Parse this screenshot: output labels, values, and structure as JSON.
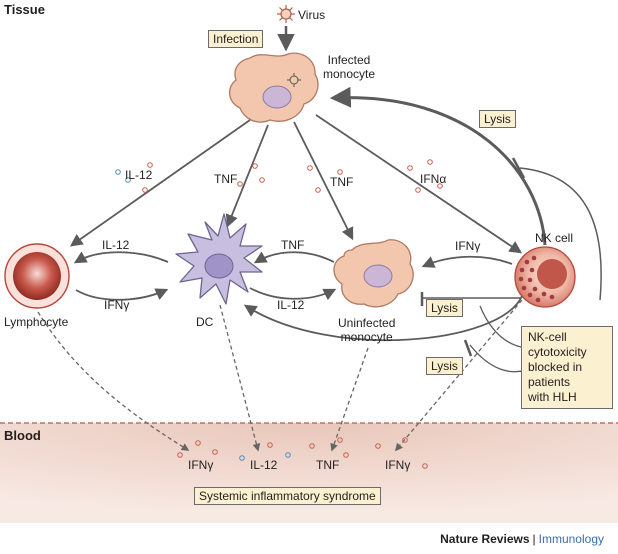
{
  "regions": {
    "tissue": "Tissue",
    "blood": "Blood"
  },
  "virus": {
    "label": "Virus"
  },
  "infection": {
    "label": "Infection"
  },
  "cells": {
    "infected_monocyte": {
      "line1": "Infected",
      "line2": "monocyte"
    },
    "lymphocyte": {
      "label": "Lymphocyte"
    },
    "dc": {
      "label": "DC"
    },
    "uninfected_monocyte": {
      "line1": "Uninfected",
      "line2": "monocyte"
    },
    "nk_cell": {
      "label": "NK cell"
    }
  },
  "mediators": {
    "il12_upper": "IL-12",
    "tnf_upper_left": "TNF",
    "tnf_upper_right": "TNF",
    "ifna": "IFNα",
    "il12_lymph": "IL-12",
    "ifng_lymph": "IFNγ",
    "tnf_mid": "TNF",
    "il12_mid": "IL-12",
    "ifng_nk": "IFNγ"
  },
  "lysis": {
    "top": "Lysis",
    "mid": "Lysis",
    "low": "Lysis"
  },
  "nk_block": {
    "lines": [
      "NK-cell",
      "cytotoxicity",
      "blocked in",
      "patients",
      "with HLH"
    ]
  },
  "blood_mediators": {
    "ifng_1": "IFNγ",
    "il12": "IL-12",
    "tnf": "TNF",
    "ifng_2": "IFNγ"
  },
  "syndrome": {
    "label": "Systemic inflammatory syndrome"
  },
  "credit": {
    "journal": "Nature Reviews",
    "separator": "|",
    "subject": "Immunology"
  },
  "colors": {
    "tissue_bg": "#ffffff",
    "blood_bg": "#f1ddd4",
    "box_fill": "#fbf0cf",
    "arrow": "#5b5b5b",
    "monocyte_fill": "#f3c7ae",
    "nucleus": "#cbb6d6",
    "dc_fill": "#c8bfe0",
    "lymphocyte_ring": "#b4473b",
    "nk_granule": "#9e3b43",
    "dot_red": "#c9604e",
    "dot_blue": "#4d8fbd",
    "credit_blue": "#3a6fa4"
  },
  "icons": [
    "virus-icon",
    "cell-icon",
    "dot-icon",
    "arrow-icon",
    "inhibition-icon"
  ]
}
